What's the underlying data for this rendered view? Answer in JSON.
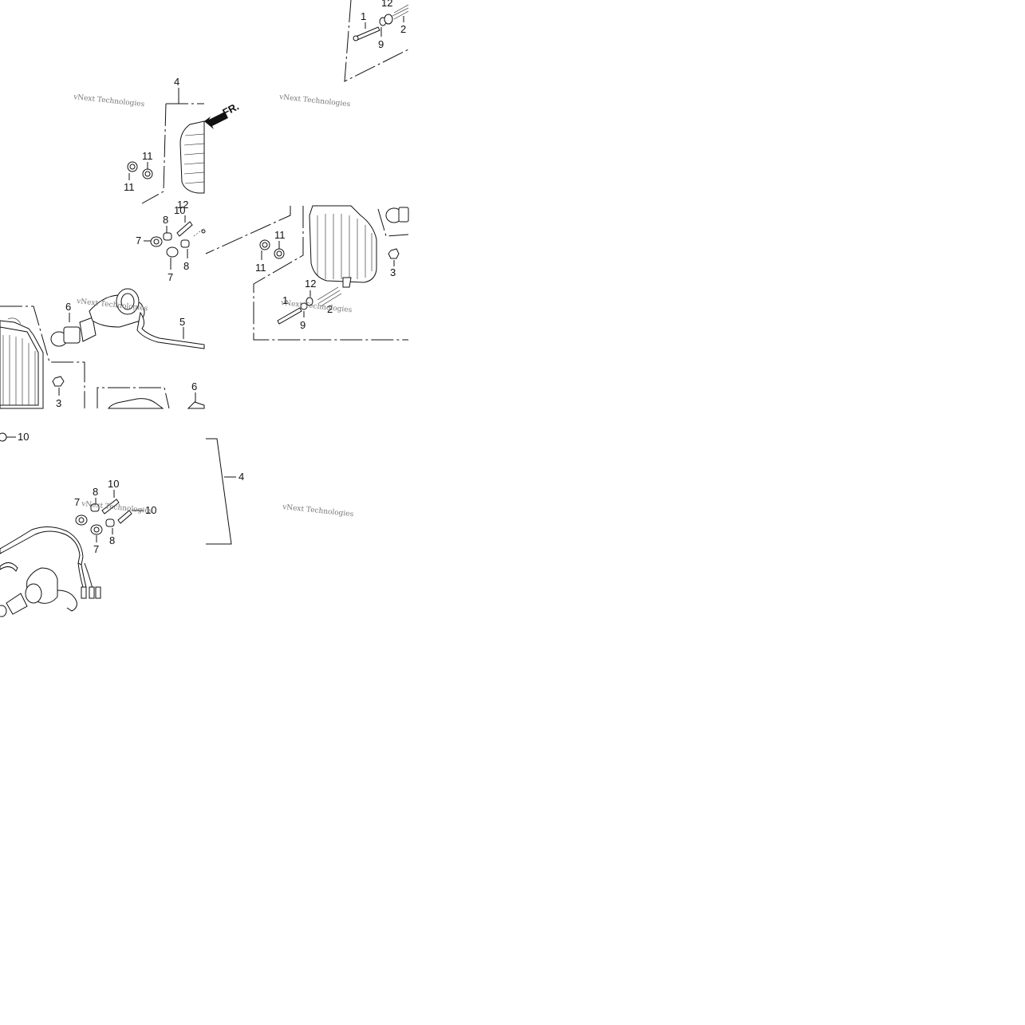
{
  "callouts": {
    "p1": "1",
    "p2": "2",
    "p3": "3",
    "p4": "4",
    "p5": "5",
    "p6": "6",
    "p7": "7",
    "p8": "8",
    "p9": "9",
    "p10": "10",
    "p11": "11",
    "p12": "12"
  },
  "direction_label": "FR.",
  "watermark": "vNext Technologies"
}
